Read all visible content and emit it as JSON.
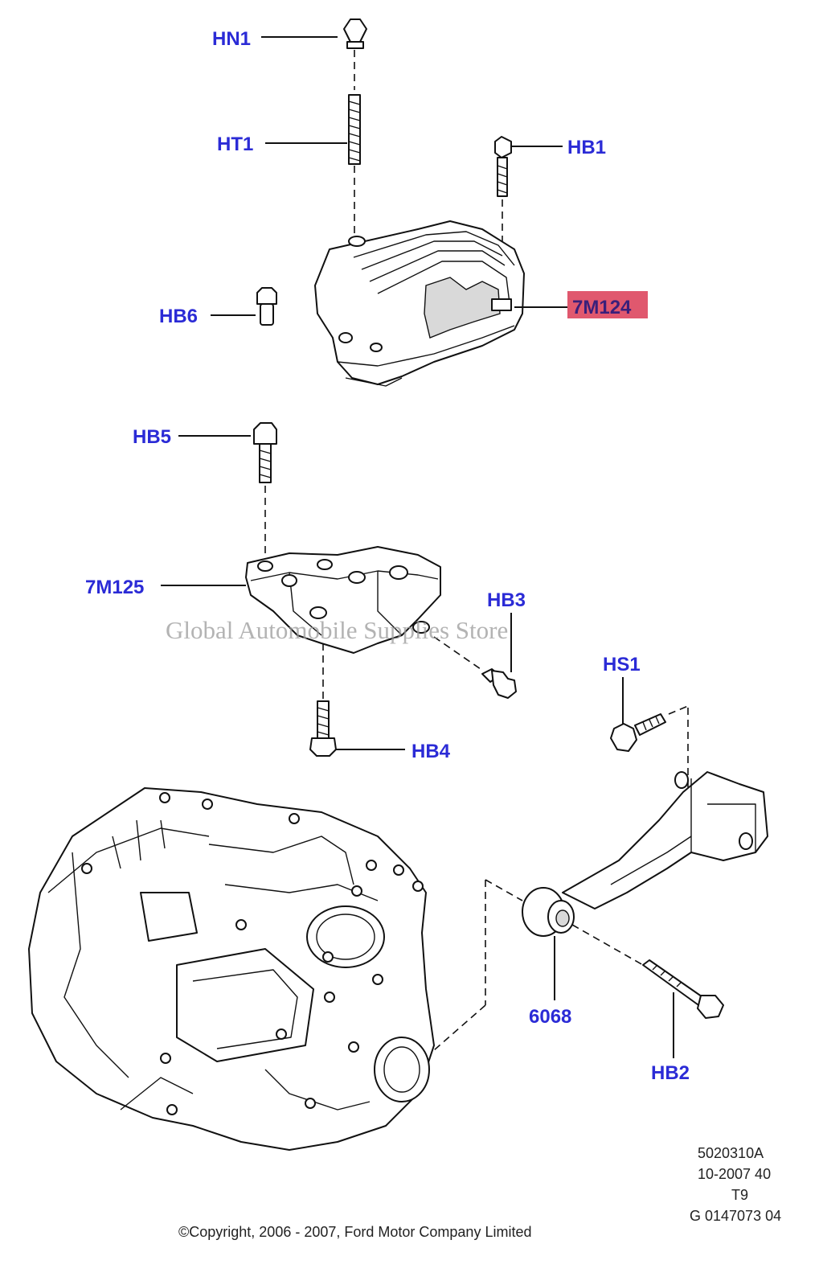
{
  "callouts": {
    "hn1": "HN1",
    "ht1": "HT1",
    "hb1": "HB1",
    "hb6": "HB6",
    "part_7m124": "7M124",
    "hb5": "HB5",
    "part_7m125": "7M125",
    "hb3": "HB3",
    "hs1": "HS1",
    "hb4": "HB4",
    "part_6068": "6068",
    "hb2": "HB2"
  },
  "highlight_color": "#e0586e",
  "callout_color": "#2b2bd6",
  "watermark": "Global Automobile Supplies Store",
  "drawing_codes": [
    "5020310A",
    "10-2007 40",
    "T9",
    "G 0147073 04"
  ],
  "copyright": "©Copyright, 2006 - 2007, Ford Motor Company Limited"
}
